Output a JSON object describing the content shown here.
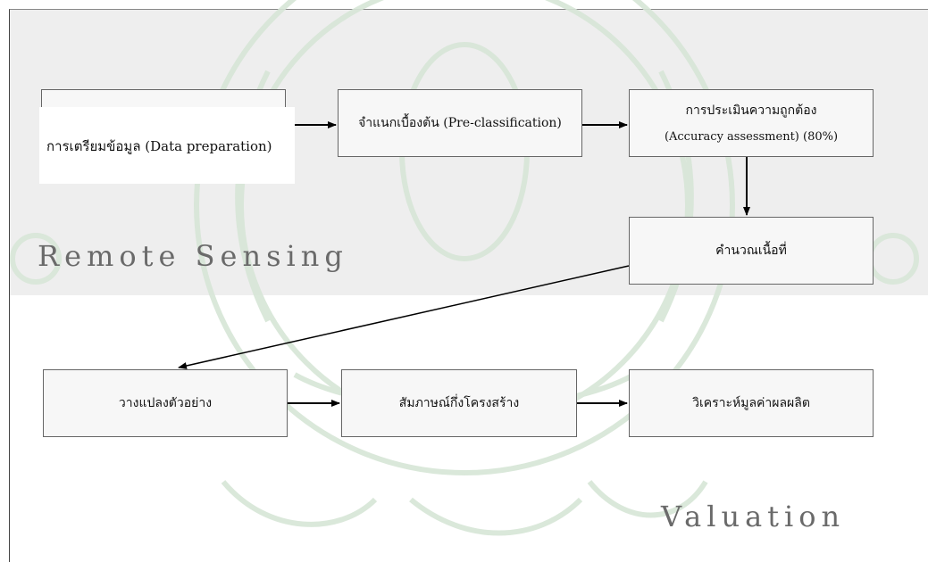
{
  "boxes": {
    "prep": "การเตรียมข้อมูล (Data preparation)",
    "preclass": "จำแนกเบื้องต้น (Pre-classification)",
    "accuracy_line1": "การประเมินความถูกต้อง",
    "accuracy_line2": "(Accuracy assessment) (80%)",
    "area": "คำนวณเนื้อที่",
    "plot": "วางแปลงตัวอย่าง",
    "interview": "สัมภาษณ์กึ่งโครงสร้าง",
    "analysis": "วิเคราะห์มูลค่าผลผลิต"
  },
  "sections": {
    "remote_sensing": "Remote Sensing",
    "valuation": "Valuation"
  },
  "colors": {
    "top_band": "#eeeeee",
    "watermark": "#d7e6d7",
    "box_fill": "#f7f7f7",
    "arrow": "#000000"
  }
}
